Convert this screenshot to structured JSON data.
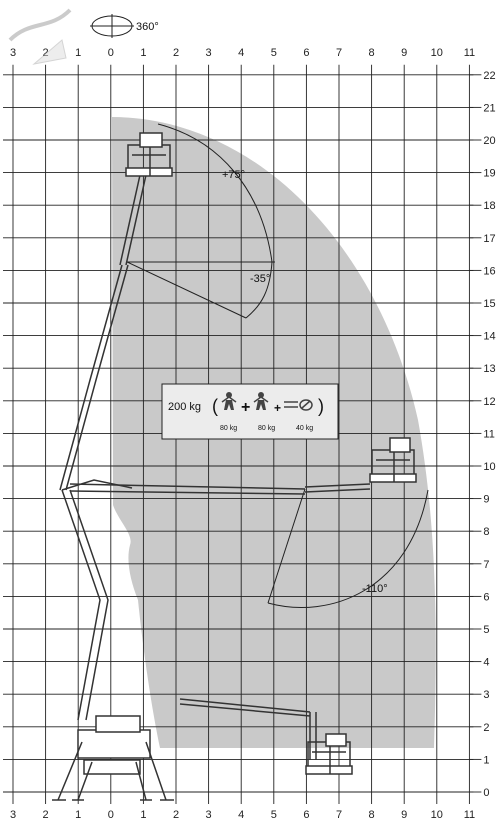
{
  "rotation": {
    "label": "360°"
  },
  "x_axis": {
    "ticks": [
      "3",
      "2",
      "1",
      "0",
      "1",
      "2",
      "3",
      "4",
      "5",
      "6",
      "7",
      "8",
      "9",
      "10",
      "11"
    ]
  },
  "y_axis": {
    "ticks": [
      "0",
      "1",
      "2",
      "3",
      "4",
      "5",
      "6",
      "7",
      "8",
      "9",
      "10",
      "11",
      "12",
      "13",
      "14",
      "15",
      "16",
      "17",
      "18",
      "19",
      "20",
      "21",
      "22"
    ]
  },
  "angles": {
    "up": "+75°",
    "down": "-35°",
    "rotate": "-110°"
  },
  "load": {
    "total": "200 kg",
    "person1": "80 kg",
    "person2": "80 kg",
    "tools": "40 kg"
  },
  "colors": {
    "envelope": "#c9c9c9",
    "grid": "#222222",
    "machine": "#333333"
  }
}
